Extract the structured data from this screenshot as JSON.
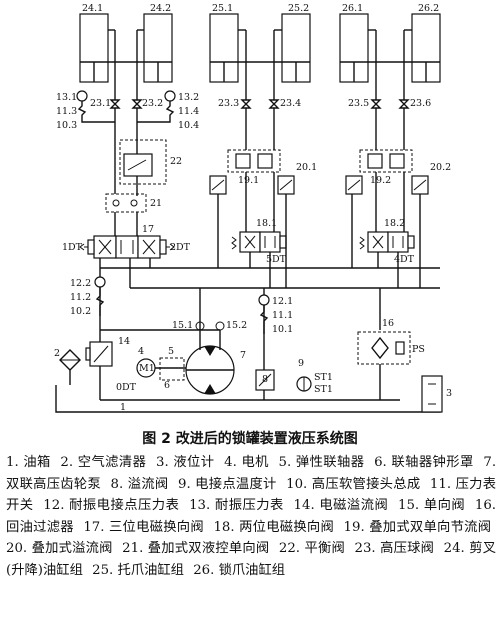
{
  "figure": {
    "caption": "图 2  改进后的锁罐装置液压系统图",
    "labels": {
      "c24_1": "24.1",
      "c24_2": "24.2",
      "c25_1": "25.1",
      "c25_2": "25.2",
      "c26_1": "26.1",
      "c26_2": "26.2",
      "g13_1": "13.1",
      "g13_2": "13.2",
      "f11_3": "11.3",
      "f11_4": "11.4",
      "h10_3": "10.3",
      "h10_4": "10.4",
      "v23_1": "23.1",
      "v23_2": "23.2",
      "v23_3": "23.3",
      "v23_4": "23.4",
      "v23_5": "23.5",
      "v23_6": "23.6",
      "b22": "22",
      "b21": "21",
      "n19_1": "19.1",
      "n19_2": "19.2",
      "n20_1": "20.1",
      "n20_2": "20.2",
      "n18_1": "18.1",
      "n18_2": "18.2",
      "dt5": "5DT",
      "dt4": "4DT",
      "dt1": "1DT",
      "dt2": "2DT",
      "n17": "17",
      "g12_2": "12.2",
      "f11_2": "11.2",
      "h10_2": "10.2",
      "g12_1": "12.1",
      "f11_1": "11.1",
      "h10_1": "10.1",
      "n14": "14",
      "n15_1": "15.1",
      "n15_2": "15.2",
      "n16": "16",
      "ps": "PS",
      "n2": "2",
      "n4": "4",
      "m1": "M1",
      "n5": "5",
      "n6": "6",
      "n7": "7",
      "n8": "8",
      "n9": "9",
      "st1a": "ST1",
      "st1b": "ST1",
      "n0dt": "0DT",
      "n1": "1",
      "n3": "3"
    }
  },
  "legend": [
    "1. 油箱",
    "2. 空气滤清器",
    "3. 液位计",
    "4. 电机",
    "5. 弹性联轴器",
    "6. 联轴器钟形罩",
    "7. 双联高压齿轮泵",
    "8. 溢流阀",
    "9. 电接点温度计",
    "10. 高压软管接头总成",
    "11. 压力表开关",
    "12. 耐振电接点压力表",
    "13. 耐振压力表",
    "14. 电磁溢流阀",
    "15. 单向阀",
    "16. 回油过滤器",
    "17. 三位电磁换向阀",
    "18. 两位电磁换向阀",
    "19. 叠加式双单向节流阀",
    "20. 叠加式溢流阀",
    "21. 叠加式双液控单向阀",
    "22. 平衡阀",
    "23. 高压球阀",
    "24. 剪叉(升降)油缸组",
    "25. 托爪油缸组",
    "26. 锁爪油缸组"
  ]
}
